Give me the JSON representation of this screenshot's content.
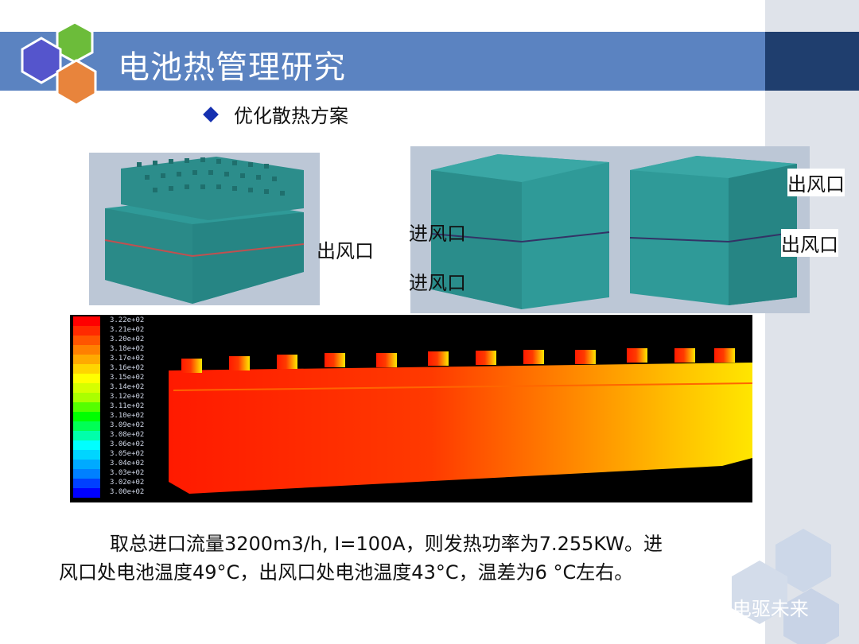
{
  "header": {
    "title": "电池热管理研究"
  },
  "section": {
    "heading": "优化散热方案"
  },
  "figure_left": {
    "outlet_label": "出风口"
  },
  "figure_right": {
    "inlet_top_label": "进风口",
    "inlet_bottom_label": "进风口",
    "outlet_top_label": "出风口",
    "outlet_mid_label": "出风口"
  },
  "contour": {
    "legend_values": [
      "3.22e+02",
      "3.21e+02",
      "3.20e+02",
      "3.18e+02",
      "3.17e+02",
      "3.16e+02",
      "3.15e+02",
      "3.14e+02",
      "3.12e+02",
      "3.11e+02",
      "3.10e+02",
      "3.09e+02",
      "3.08e+02",
      "3.06e+02",
      "3.05e+02",
      "3.04e+02",
      "3.03e+02",
      "3.02e+02",
      "3.00e+02"
    ],
    "legend_colors": [
      "#ff0000",
      "#ff2a00",
      "#ff5500",
      "#ff8000",
      "#ffaa00",
      "#ffd500",
      "#ffff00",
      "#d5ff00",
      "#aaff00",
      "#55ff00",
      "#00ff00",
      "#00ff55",
      "#00ffaa",
      "#00ffff",
      "#00d5ff",
      "#00aaff",
      "#0080ff",
      "#0040ff",
      "#0000ff"
    ]
  },
  "caption": {
    "line1": "取总进口流量3200m3/h, I=100A，则发热功率为7.255KW。进",
    "line2": "风口处电池温度49°C，出风口处电池温度43°C，温差为6 °C左右。"
  },
  "watermark": {
    "text": "EDC电驱未来"
  }
}
